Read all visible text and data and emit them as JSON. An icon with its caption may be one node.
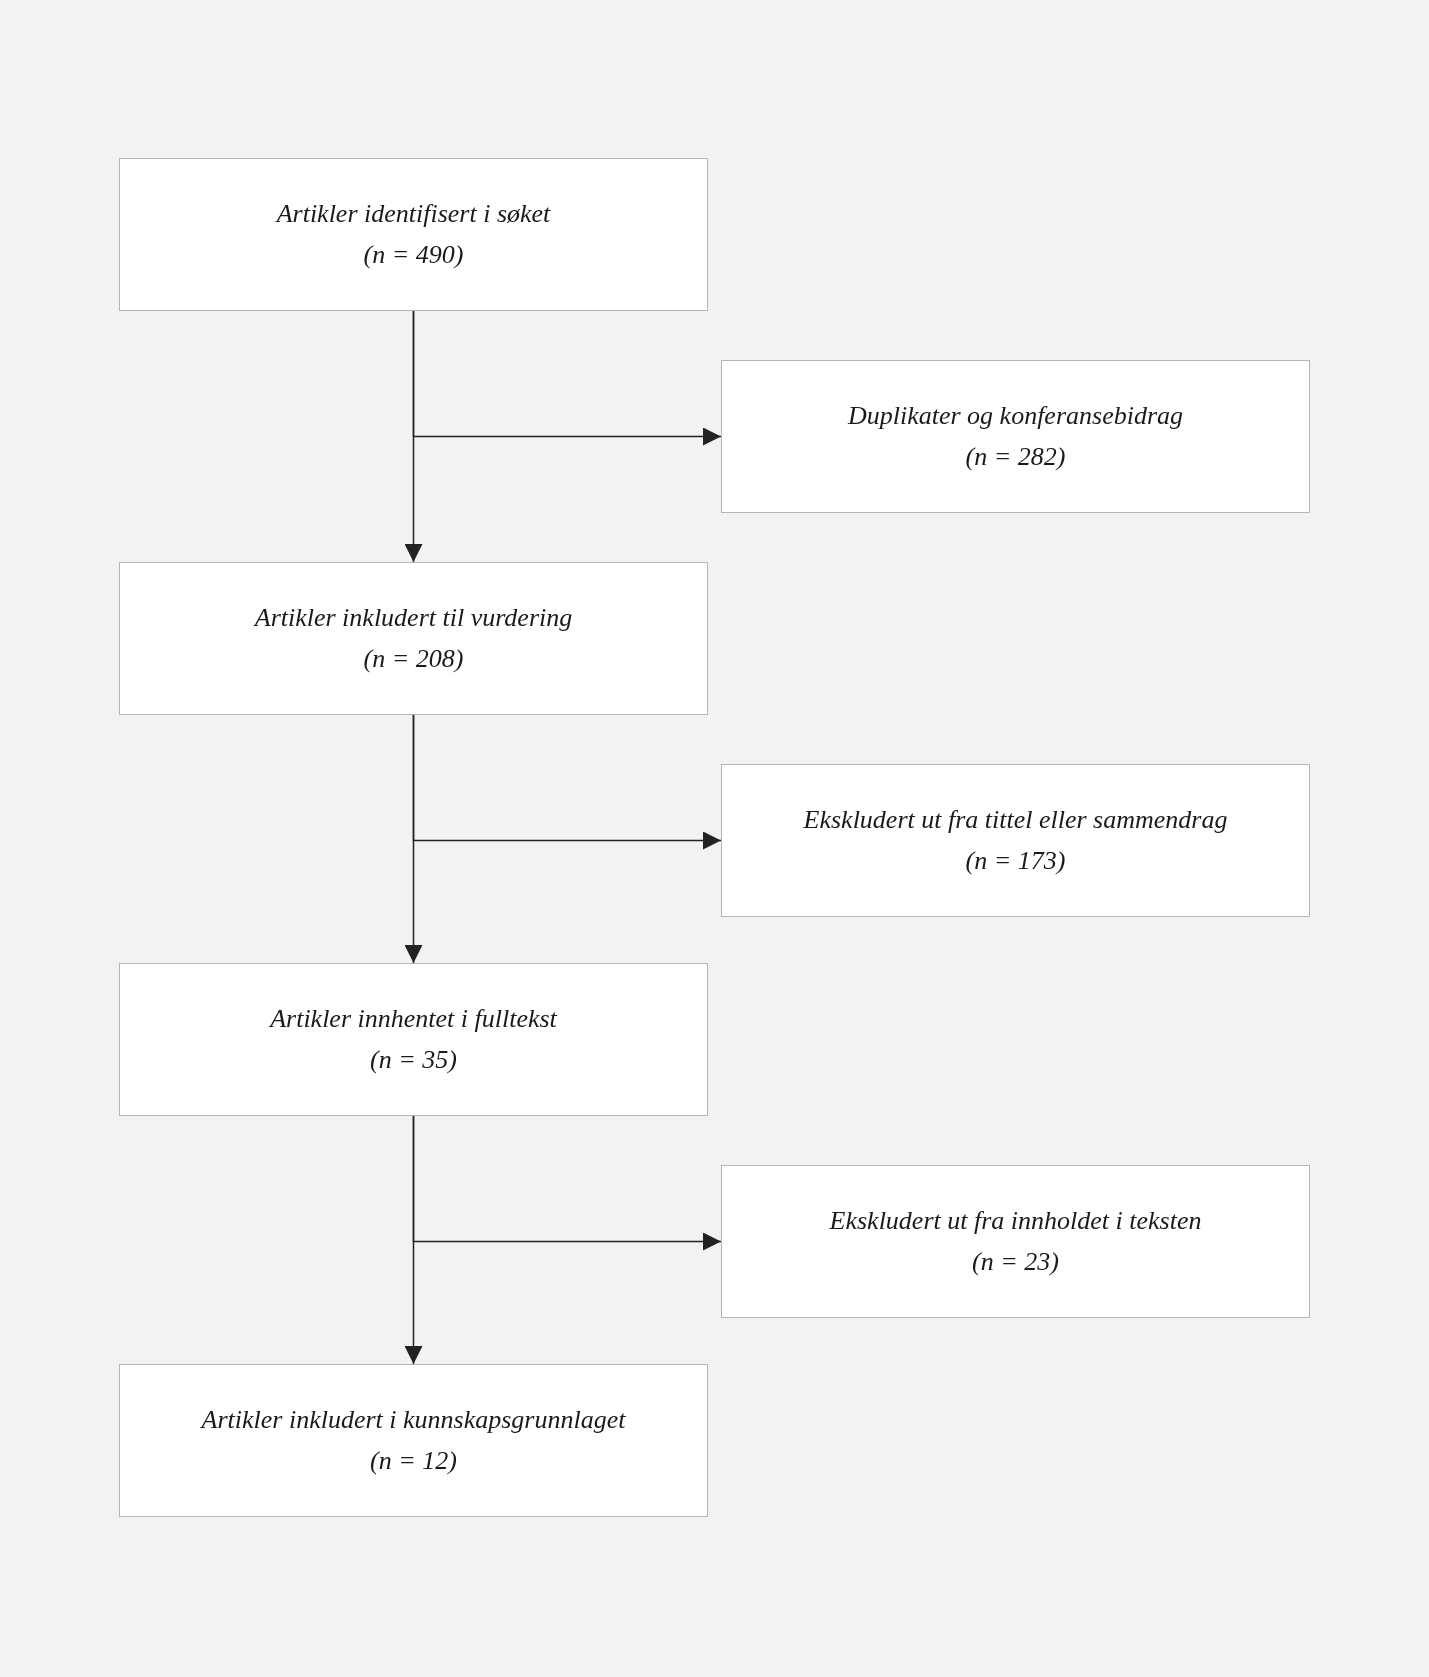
{
  "diagram": {
    "nodes": [
      {
        "text": [
          "Artikler identifisert i søket",
          "(n = 490)"
        ]
      },
      {
        "text": [
          "Duplikater og konferansebidrag",
          "(n = 282)"
        ]
      },
      {
        "text": [
          "Artikler inkludert til vurdering",
          "(n = 208)"
        ]
      },
      {
        "text": [
          "Ekskludert ut fra tittel eller sammendrag",
          "(n = 173)"
        ]
      },
      {
        "text": [
          "Artikler innhentet i fulltekst",
          "(n = 35)"
        ]
      },
      {
        "text": [
          "Ekskludert ut fra innholdet i teksten",
          "(n = 23)"
        ]
      },
      {
        "text": [
          "Artikler inkludert i kunnskapsgrunnlaget",
          "(n = 12)"
        ]
      }
    ],
    "edges": [
      {
        "from": 0,
        "to": 1,
        "arrow": "to"
      },
      {
        "from": 0,
        "to": 2,
        "arrow": "to"
      },
      {
        "from": 2,
        "to": 3,
        "arrow": "to"
      },
      {
        "from": 2,
        "to": 4,
        "arrow": "to"
      },
      {
        "from": 4,
        "to": 5,
        "arrow": "to"
      },
      {
        "from": 4,
        "to": 6,
        "arrow": "to"
      }
    ]
  }
}
